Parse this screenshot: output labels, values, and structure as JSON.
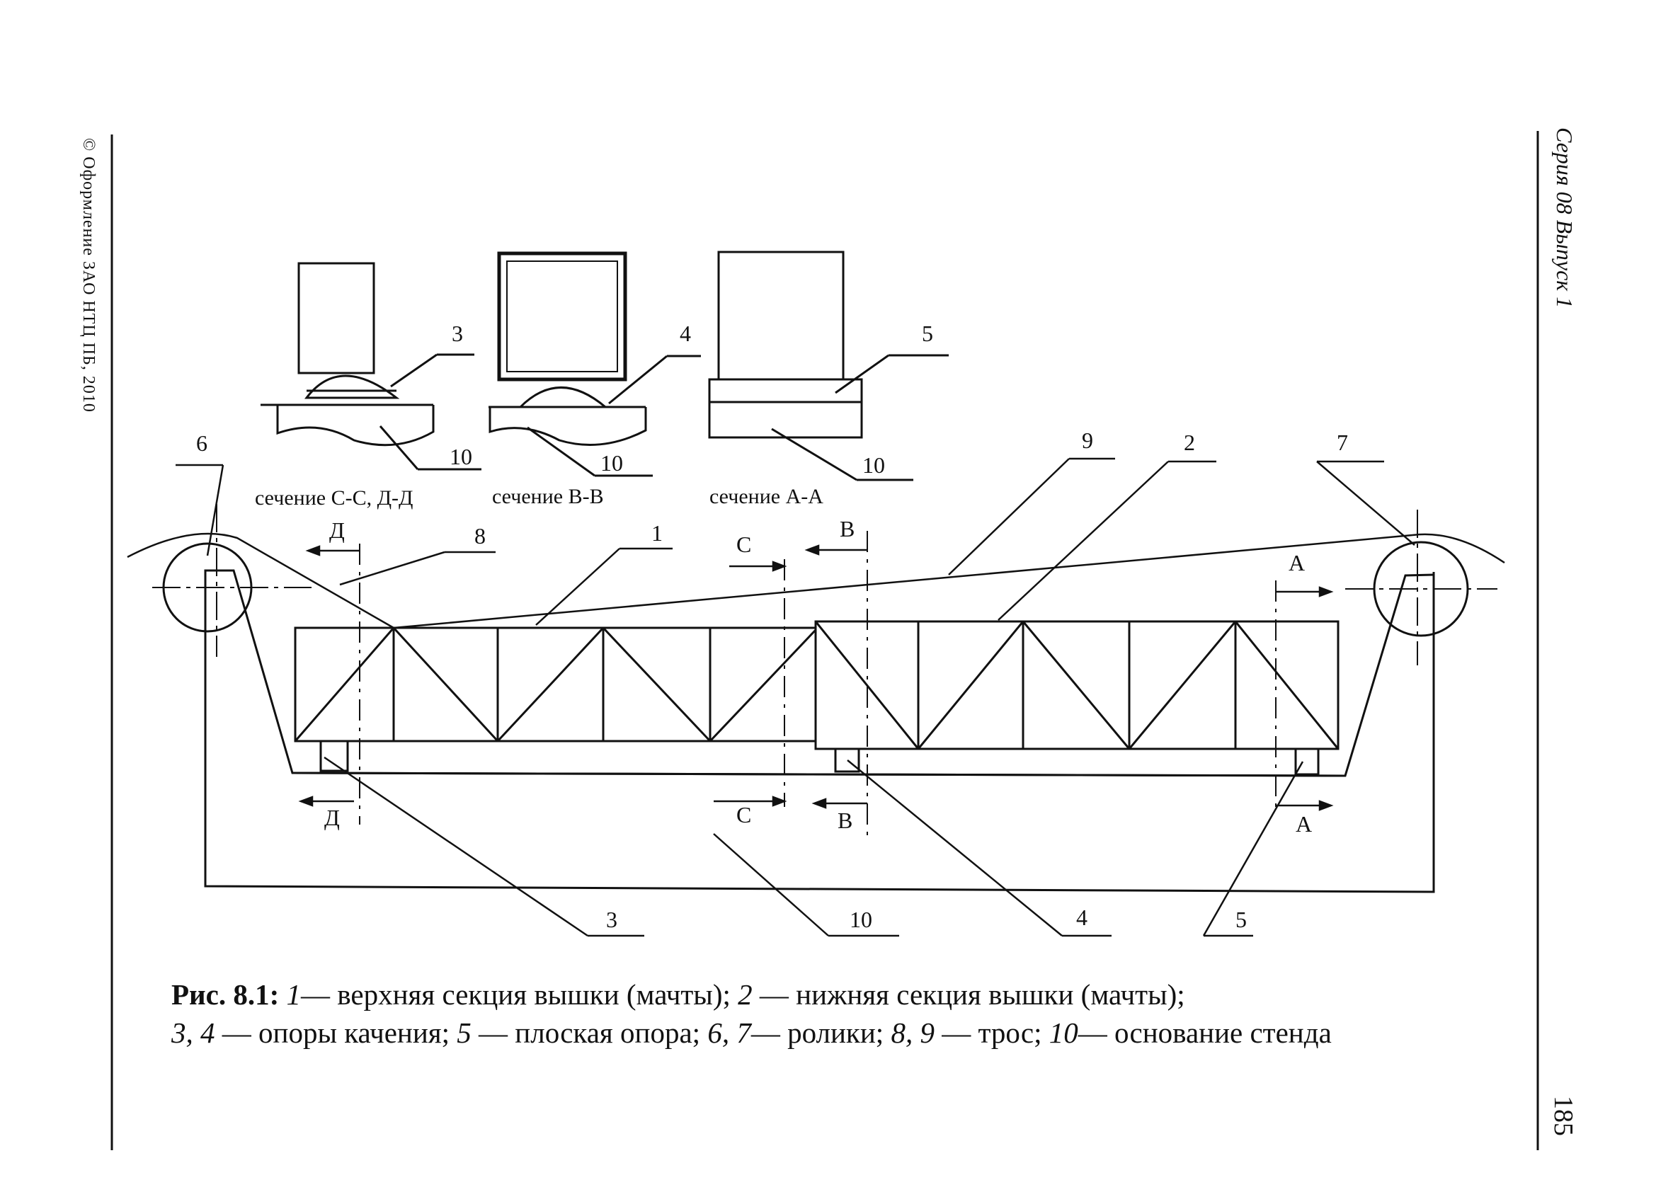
{
  "header": {
    "copyright": "© Оформление ЗАО НТЦ ПБ, 2010",
    "series": "Серия 08 Выпуск 1",
    "page_number": "185"
  },
  "sections": {
    "cc_dd": "сечение С-С, Д-Д",
    "bb": "сечение В-В",
    "aa": "сечение А-А"
  },
  "callouts": {
    "n1": "1",
    "n2": "2",
    "n3": "3",
    "n4": "4",
    "n5": "5",
    "n6": "6",
    "n7": "7",
    "n8": "8",
    "n9": "9",
    "n10": "10"
  },
  "section_marks": {
    "a": "А",
    "b": "В",
    "c": "С",
    "d": "Д"
  },
  "caption": {
    "fig_label": "Рис. 8.1:",
    "p1_num": "1",
    "p1_text": "— верхняя секция вышки (мачты);",
    "p2_num": "2",
    "p2_text": "— нижняя секция вышки (мачты);",
    "p3_num": "3, 4",
    "p3_text": "— опоры качения;",
    "p4_num": "5",
    "p4_text": "— плоская опора;",
    "p5_num": "6, 7",
    "p5_text": "— ролики;",
    "p6_num": "8, 9",
    "p6_text": "— трос;",
    "p7_num": "10",
    "p7_text": "— основание стенда"
  }
}
